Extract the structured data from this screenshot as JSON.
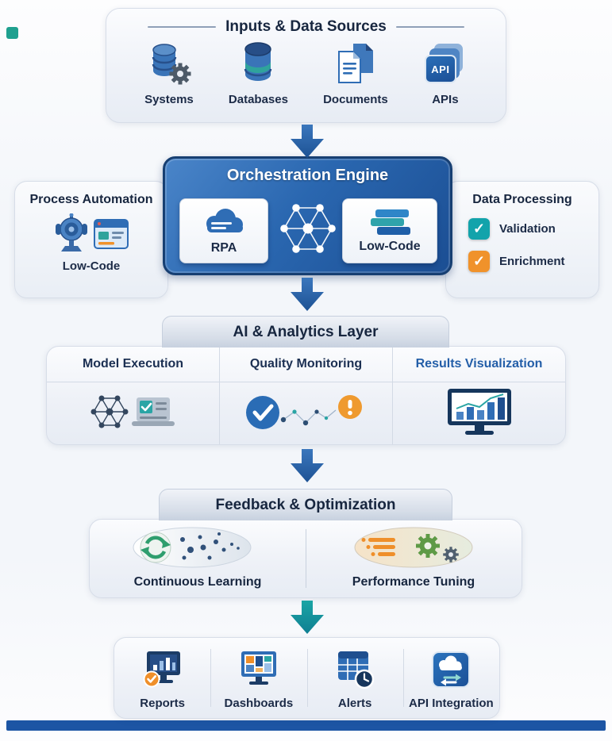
{
  "diagram": {
    "inputs": {
      "title": "Inputs & Data Sources",
      "items": [
        {
          "label": "Systems",
          "icon": "database-gear-icon"
        },
        {
          "label": "Databases",
          "icon": "database-stack-icon"
        },
        {
          "label": "Documents",
          "icon": "documents-icon"
        },
        {
          "label": "APIs",
          "icon": "api-layers-icon",
          "icon_text": "API"
        }
      ]
    },
    "orchestration": {
      "title": "Orchestration Engine",
      "rpa_label": "RPA",
      "lowcode_label": "Low-Code"
    },
    "process_automation": {
      "title": "Process Automation",
      "label": "Low-Code"
    },
    "data_processing": {
      "title": "Data Processing",
      "items": [
        {
          "label": "Validation",
          "color": "#12a3ab"
        },
        {
          "label": "Enrichment",
          "color": "#f0922b"
        }
      ]
    },
    "ai_layer": {
      "title": "AI & Analytics Layer",
      "columns": [
        {
          "label": "Model Execution"
        },
        {
          "label": "Quality Monitoring"
        },
        {
          "label": "Results Visualization"
        }
      ]
    },
    "feedback": {
      "title": "Feedback & Optimization",
      "items": [
        {
          "label": "Continuous Learning"
        },
        {
          "label": "Performance Tuning"
        }
      ]
    },
    "outputs": {
      "items": [
        {
          "label": "Reports"
        },
        {
          "label": "Dashboards"
        },
        {
          "label": "Alerts"
        },
        {
          "label": "API Integration"
        }
      ]
    },
    "colors": {
      "primary_blue": "#1f5fa8",
      "teal": "#12a3ab",
      "orange": "#f0922b",
      "green": "#3f9e6e",
      "text_navy": "#17263f"
    }
  }
}
